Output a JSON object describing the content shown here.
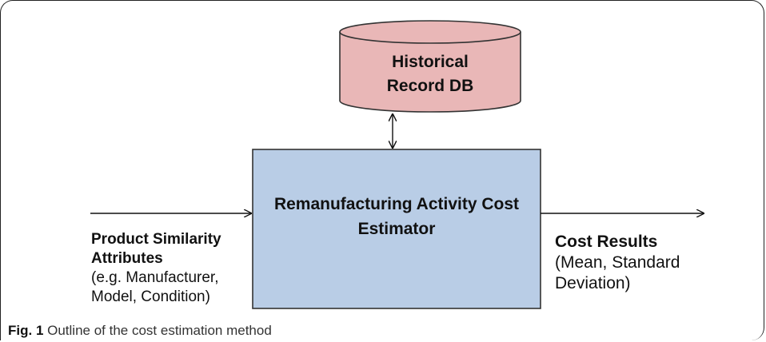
{
  "database": {
    "line1": "Historical",
    "line2": "Record DB",
    "fill_color": "#e9b7b7"
  },
  "process_box": {
    "line1": "Remanufacturing Activity Cost",
    "line2": "Estimator",
    "fill_color": "#b9cde6"
  },
  "input": {
    "title_line1": "Product Similarity",
    "title_line2": "Attributes",
    "detail_line1": "(e.g. Manufacturer,",
    "detail_line2": "Model, Condition)"
  },
  "output": {
    "title": "Cost Results",
    "detail_line1": "(Mean, Standard",
    "detail_line2": "Deviation)"
  },
  "caption": {
    "label": "Fig. 1",
    "text": " Outline of the cost estimation method"
  }
}
